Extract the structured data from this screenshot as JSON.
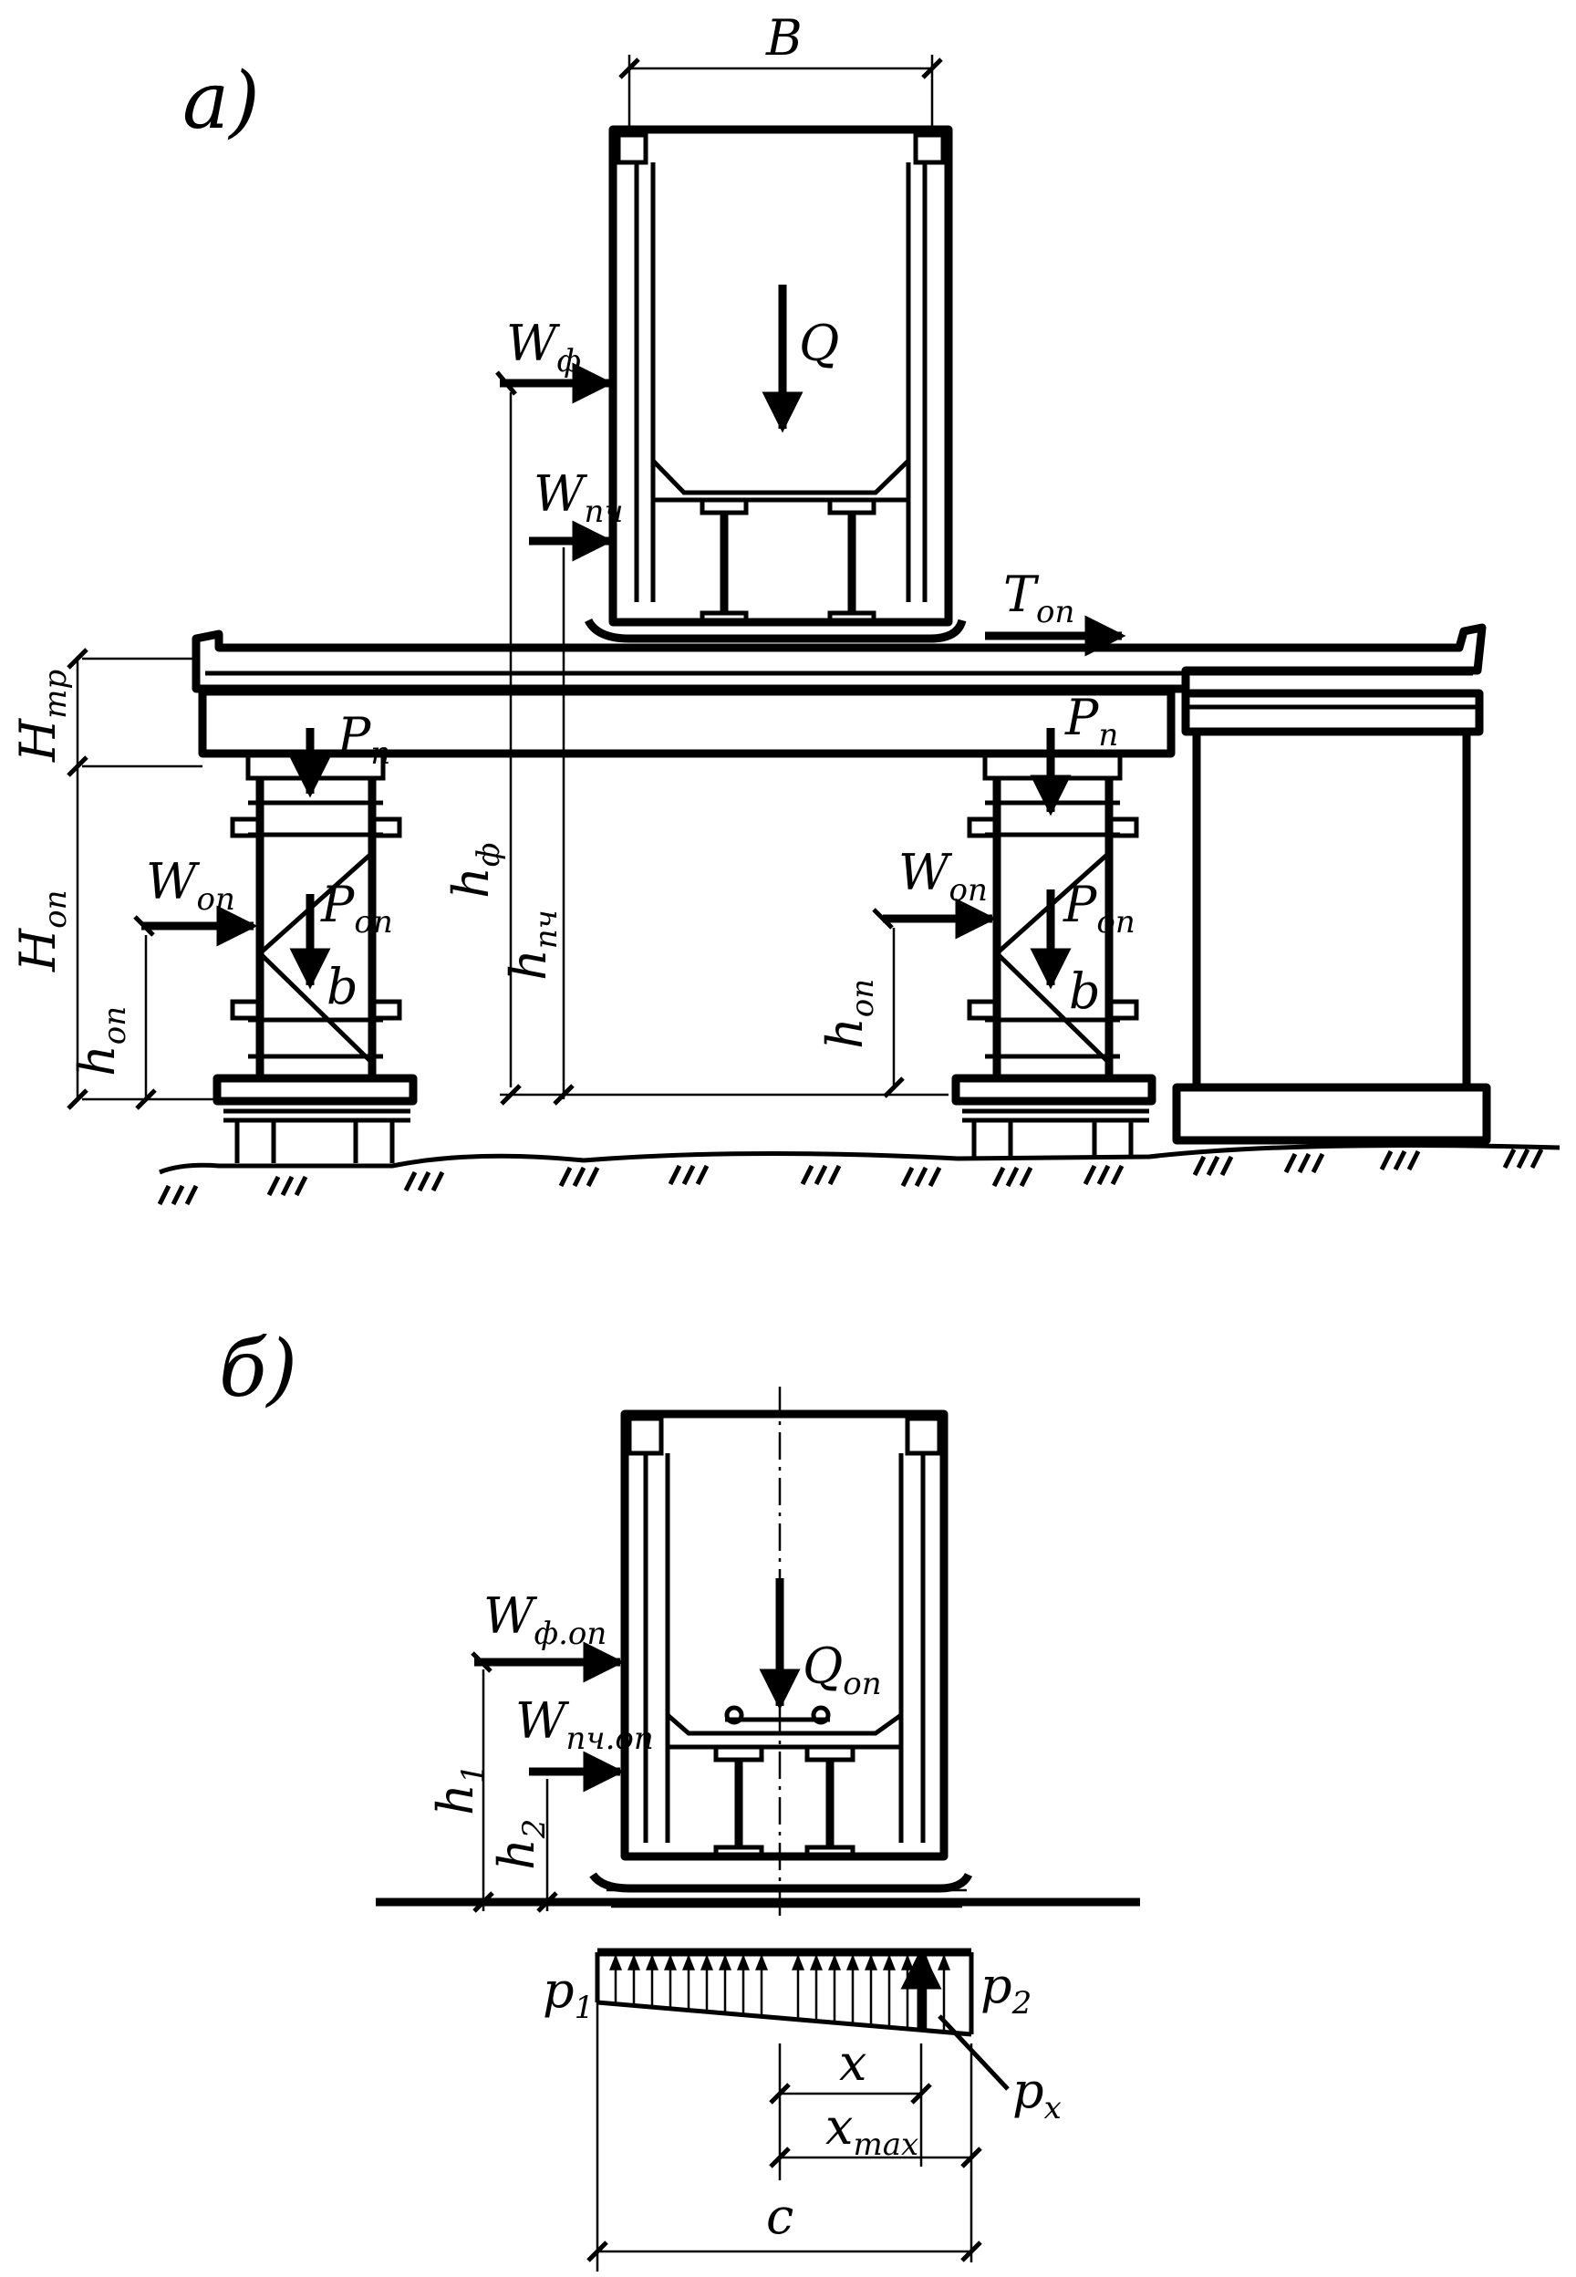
{
  "panel_a": {
    "label": "а)",
    "dim_B": "B",
    "load_Q": "Q",
    "wind_car": {
      "main": "W",
      "sub": "ф"
    },
    "wind_bogie": {
      "main": "W",
      "sub": "пч"
    },
    "thrust": {
      "main": "T",
      "sub": "оп"
    },
    "H_tr": {
      "main": "H",
      "sub": "тр"
    },
    "H_op": {
      "main": "H",
      "sub": "оп"
    },
    "h_op_left": {
      "main": "h",
      "sub": "оп"
    },
    "h_op_right": {
      "main": "h",
      "sub": "оп"
    },
    "h_f": {
      "main": "h",
      "sub": "ф"
    },
    "h_pch": {
      "main": "h",
      "sub": "пч"
    },
    "P_n_left": {
      "main": "P",
      "sub": "п"
    },
    "P_n_right": {
      "main": "P",
      "sub": "п"
    },
    "P_op_left": {
      "main": "P",
      "sub": "оп"
    },
    "P_op_right": {
      "main": "P",
      "sub": "оп"
    },
    "W_op_left": {
      "main": "W",
      "sub": "оп"
    },
    "W_op_right": {
      "main": "W",
      "sub": "оп"
    },
    "b_left": "b",
    "b_right": "b"
  },
  "panel_b": {
    "label": "б)",
    "load_Q": {
      "main": "Q",
      "sub": "оп"
    },
    "wind_car": {
      "main": "W",
      "sub": "ф.оп"
    },
    "wind_bogie": {
      "main": "W",
      "sub": "пч.оп"
    },
    "h1": {
      "main": "h",
      "sub": "1"
    },
    "h2": {
      "main": "h",
      "sub": "2"
    },
    "p1": {
      "main": "p",
      "sub": "1"
    },
    "p2": {
      "main": "p",
      "sub": "2"
    },
    "px": {
      "main": "p",
      "sub": "x"
    },
    "x": "x",
    "xmax": {
      "main": "x",
      "sub": "max"
    },
    "c": "c"
  }
}
